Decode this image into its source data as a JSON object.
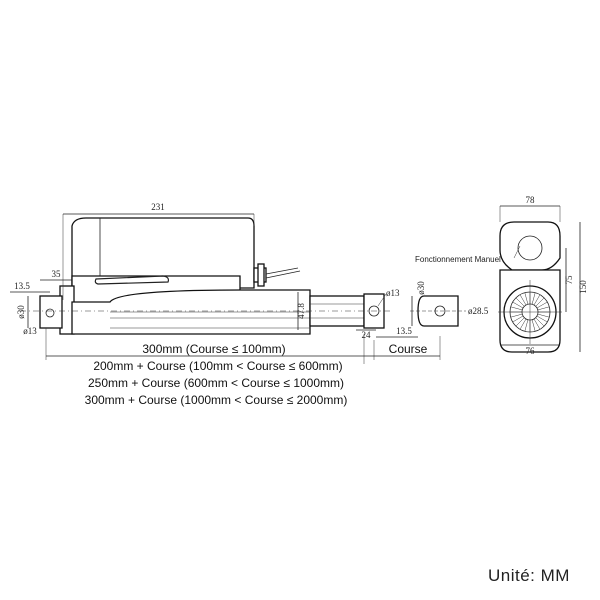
{
  "dimensions": {
    "overall_length": "231",
    "flange_width": "35",
    "left_offset": "13.5",
    "left_dia_outer": "ø30",
    "left_dia_hole": "ø13",
    "rod_height": "47.8",
    "rod_hole": "ø13",
    "clevis_height": "ø30",
    "clevis_offset": "24",
    "clevis_offset_right": "13.5",
    "clevis_dia": "ø28.5",
    "side_top_width": "78",
    "side_height_75": "75",
    "side_height_150": "150",
    "side_bottom_width": "76"
  },
  "labels": {
    "stroke_main": "300mm (Course ≤ 100mm)",
    "stroke_course": "Course",
    "rule_1": "200mm + Course (100mm < Course ≤ 600mm)",
    "rule_2": "250mm + Course (600mm < Course ≤ 1000mm)",
    "rule_3": "300mm + Course (1000mm < Course ≤ 2000mm)",
    "manual": "Fonctionnement Manuel",
    "unit": "Unité:  MM"
  }
}
